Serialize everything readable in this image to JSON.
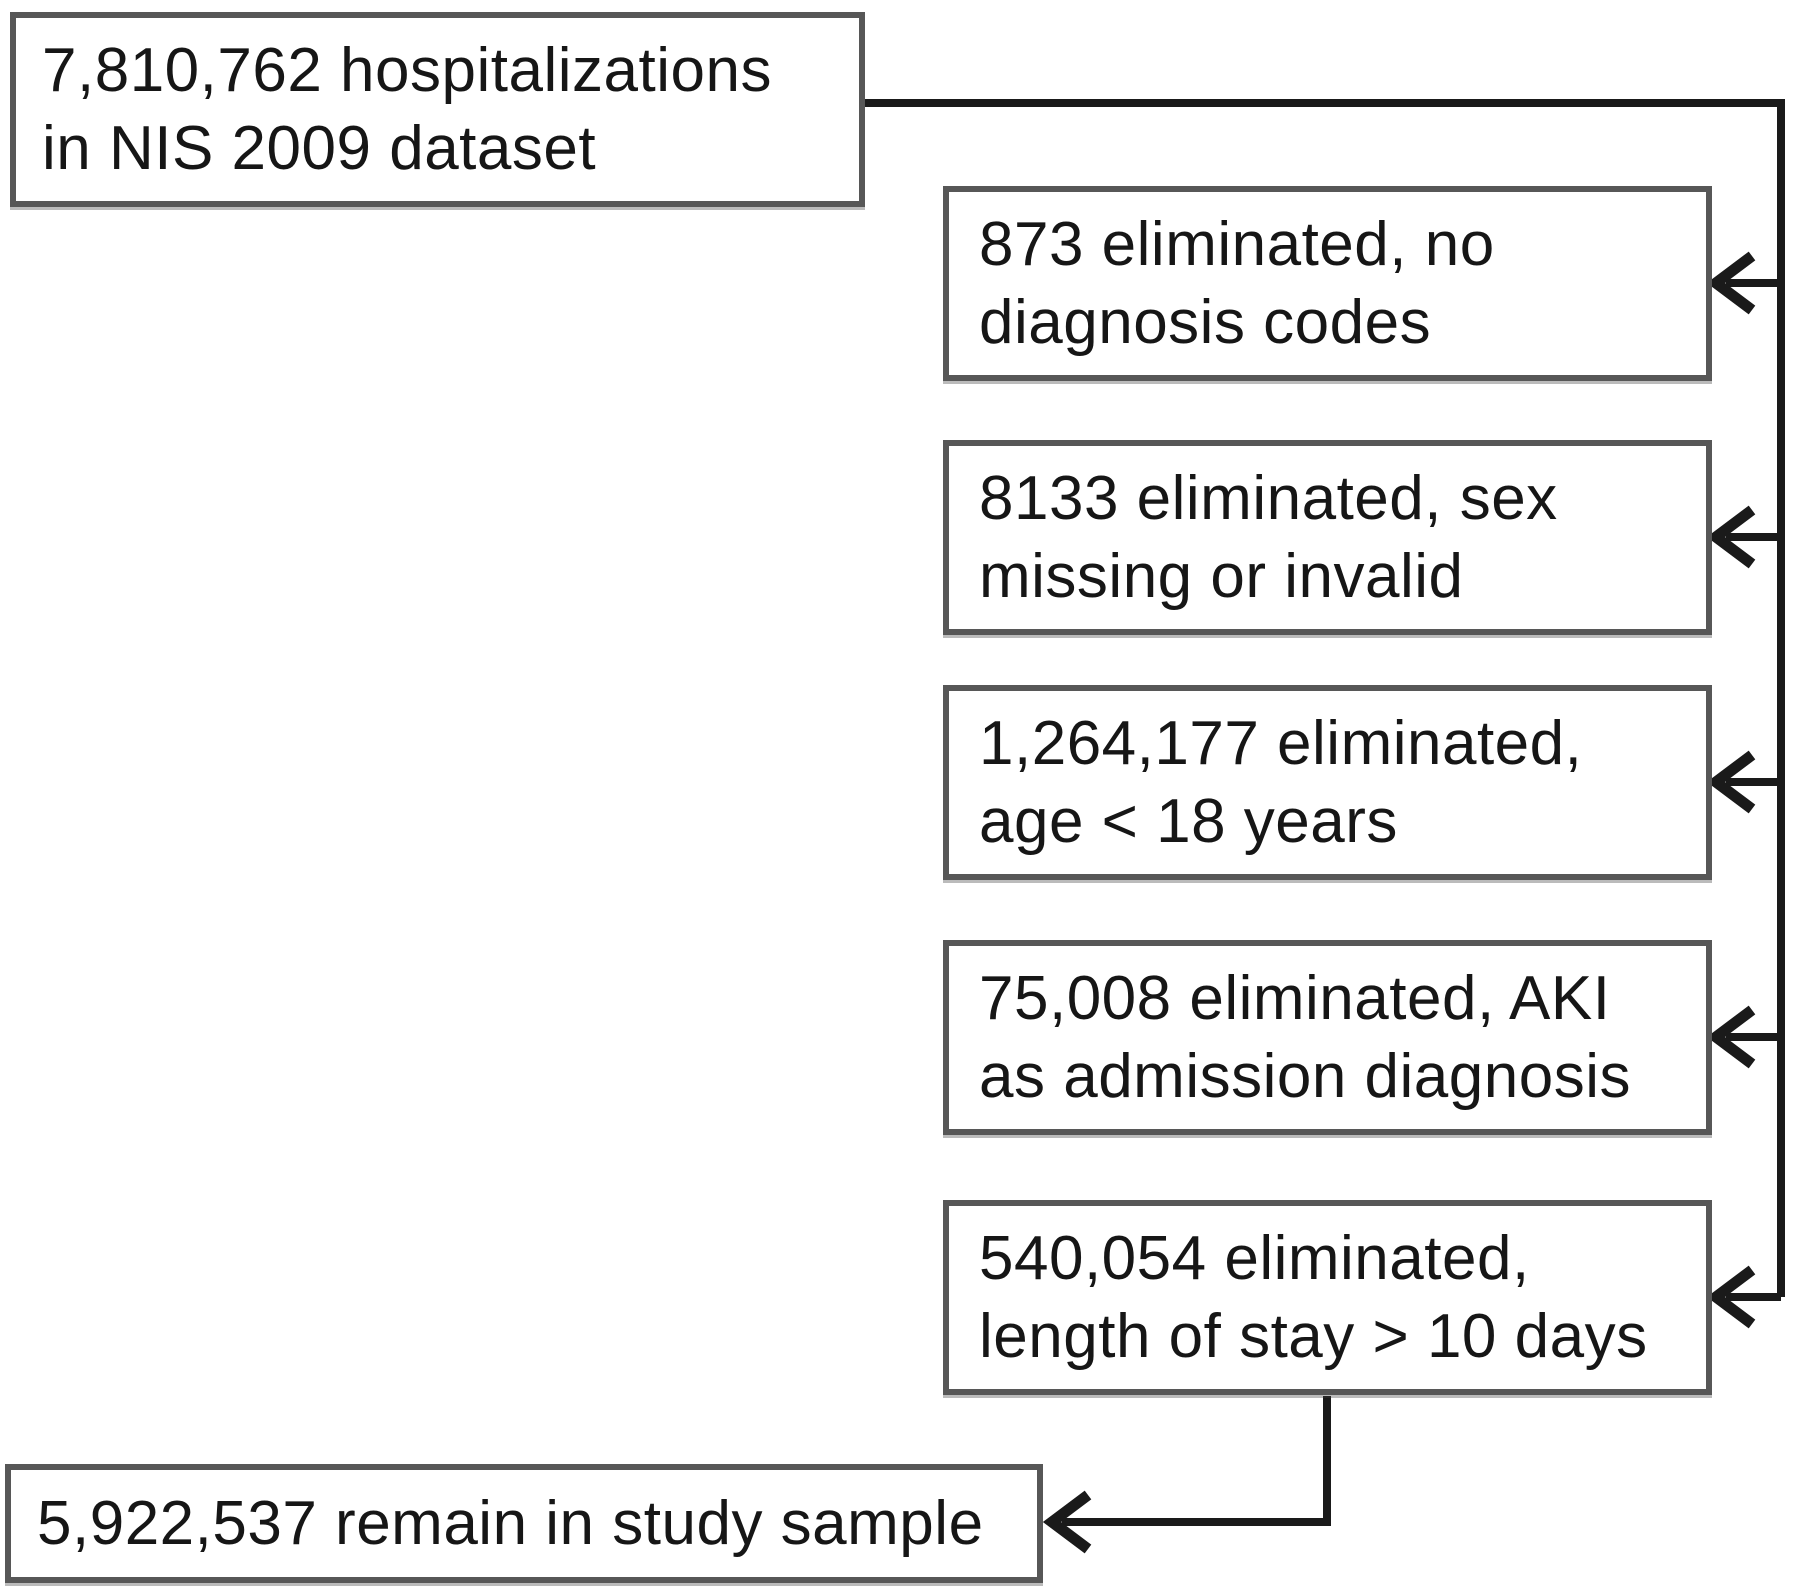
{
  "diagram": {
    "type": "flowchart",
    "background_color": "#ffffff",
    "box_border_color": "#575757",
    "connector_color": "#1a1a1a",
    "text_color": "#161616",
    "boxes": {
      "source": {
        "lines": [
          "7,810,762 hospitalizations",
          "in NIS 2009 dataset"
        ]
      },
      "excl1": {
        "lines": [
          "873 eliminated, no",
          "diagnosis codes"
        ]
      },
      "excl2": {
        "lines": [
          "8133 eliminated, sex",
          "missing or invalid"
        ]
      },
      "excl3": {
        "lines": [
          "1,264,177 eliminated,",
          "age < 18 years"
        ]
      },
      "excl4": {
        "lines": [
          "75,008 eliminated, AKI",
          "as admission diagnosis"
        ]
      },
      "excl5": {
        "lines": [
          "540,054 eliminated,",
          "length of stay > 10 days"
        ]
      },
      "result": {
        "lines": [
          "5,922,537 remain in study sample"
        ]
      }
    }
  }
}
